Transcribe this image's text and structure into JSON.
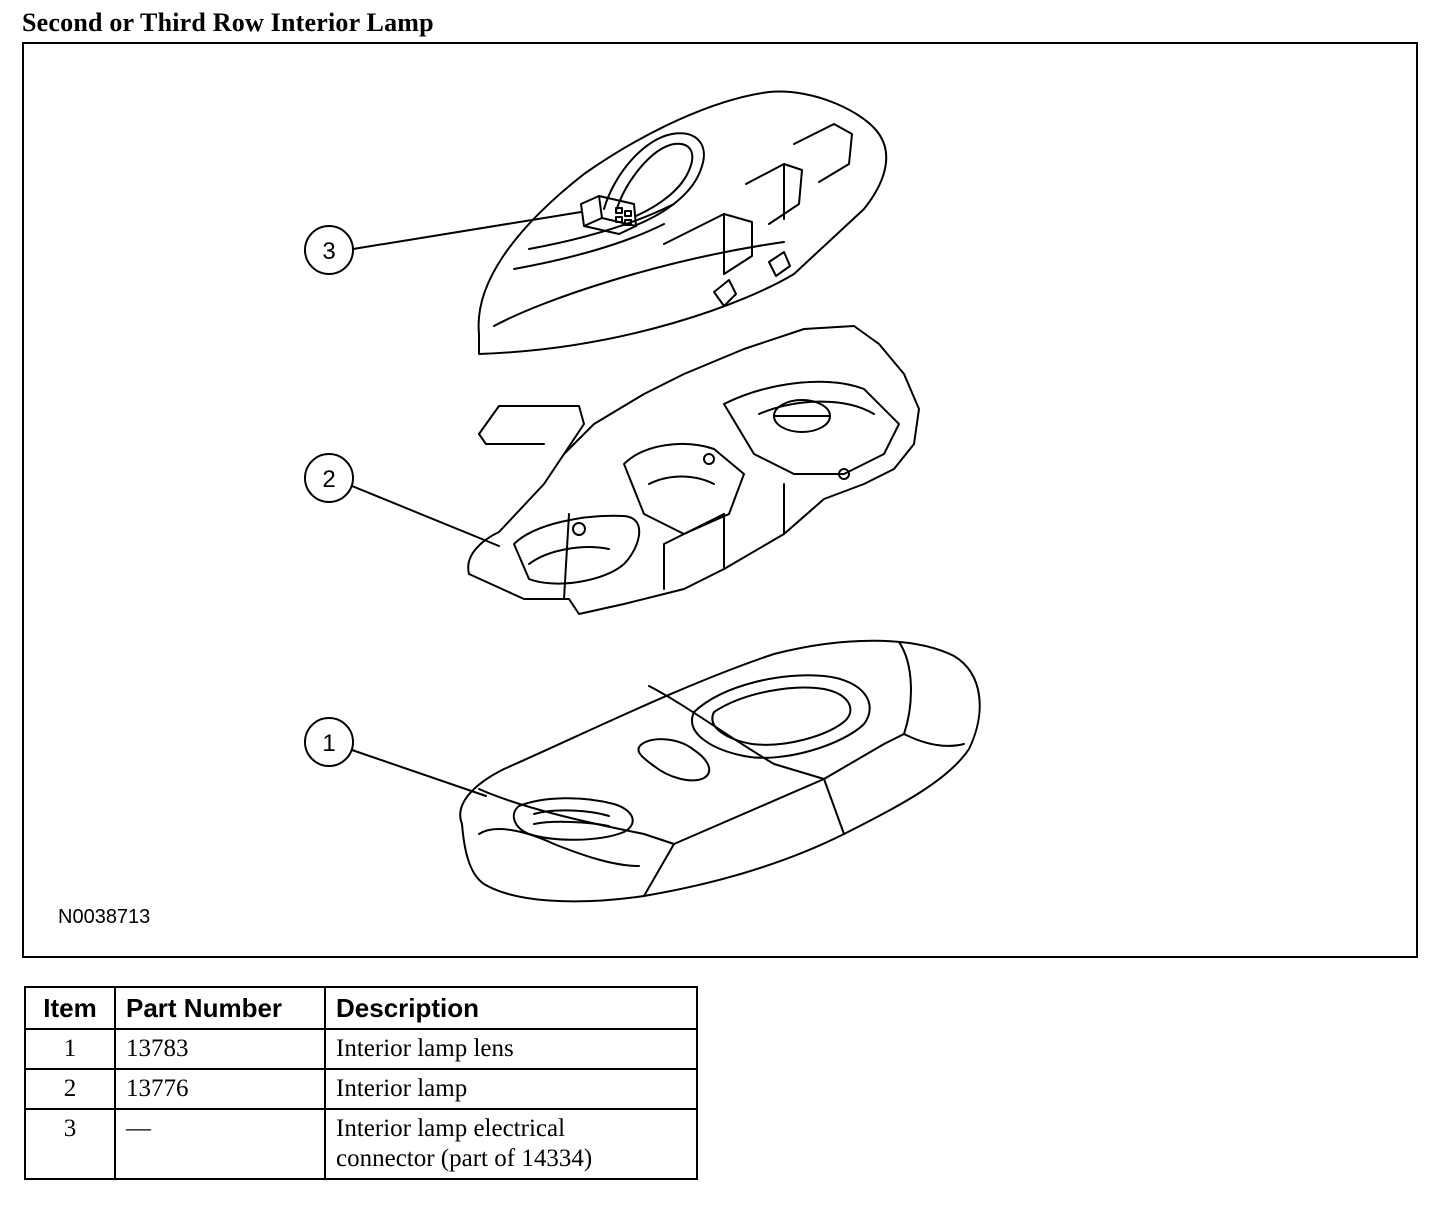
{
  "document": {
    "title": "Second or Third Row Interior Lamp",
    "figure_id": "N0038713"
  },
  "callouts": [
    "1",
    "2",
    "3"
  ],
  "table": {
    "headers": {
      "item": "Item",
      "part": "Part Number",
      "description": "Description"
    },
    "rows": [
      {
        "item": "1",
        "part": "13783",
        "description": "Interior lamp lens"
      },
      {
        "item": "2",
        "part": "13776",
        "description": "Interior lamp"
      },
      {
        "item": "3",
        "part": "—",
        "description": "Interior lamp electrical\nconnector (part of 14334)"
      }
    ]
  },
  "icons": [
    "connector-icon",
    "lamp-housing-icon",
    "lamp-lens-icon"
  ]
}
